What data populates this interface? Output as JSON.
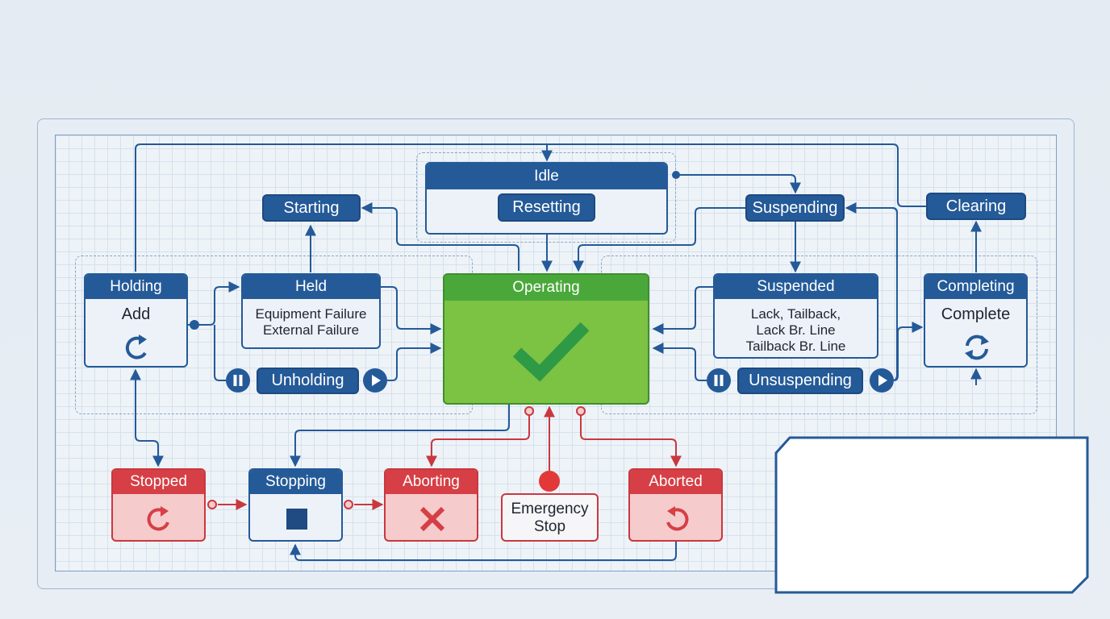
{
  "states": {
    "idle": "Idle",
    "resetting": "Resetting",
    "starting": "Starting",
    "suspending": "Suspending",
    "clearing": "Clearing",
    "holding": "Holding",
    "holding_sub": "Add",
    "held": "Held",
    "held_line1": "Equipment Failure",
    "held_line2": "External Failure",
    "operating": "Operating",
    "suspended": "Suspended",
    "suspended_line1": "Lack, Tailback,",
    "suspended_line2": "Lack Br. Line",
    "suspended_line3": "Tailback Br. Line",
    "completing": "Completing",
    "completing_sub": "Complete",
    "unholding": "Unholding",
    "unsuspending": "Unsuspending",
    "stopped": "Stopped",
    "stopping": "Stopping",
    "aborting": "Aborting",
    "emergency_line1": "Emergency",
    "emergency_line2": "Stop",
    "aborted": "Aborted"
  },
  "icons": {
    "holding": "rotate-cw-icon",
    "operating": "checkmark-icon",
    "completing": "refresh-icon",
    "pause": "pause-icon",
    "play": "play-icon",
    "stopped": "rotate-cw-icon",
    "stopping": "stop-square-icon",
    "aborting": "x-icon",
    "aborted": "rotate-ccw-icon"
  },
  "colors": {
    "blue": "#245a98",
    "green": "#7cc243",
    "green_header": "#4aa83a",
    "red": "#d63f45",
    "red_fill": "#f5cbcc",
    "check": "#2e9a45"
  }
}
